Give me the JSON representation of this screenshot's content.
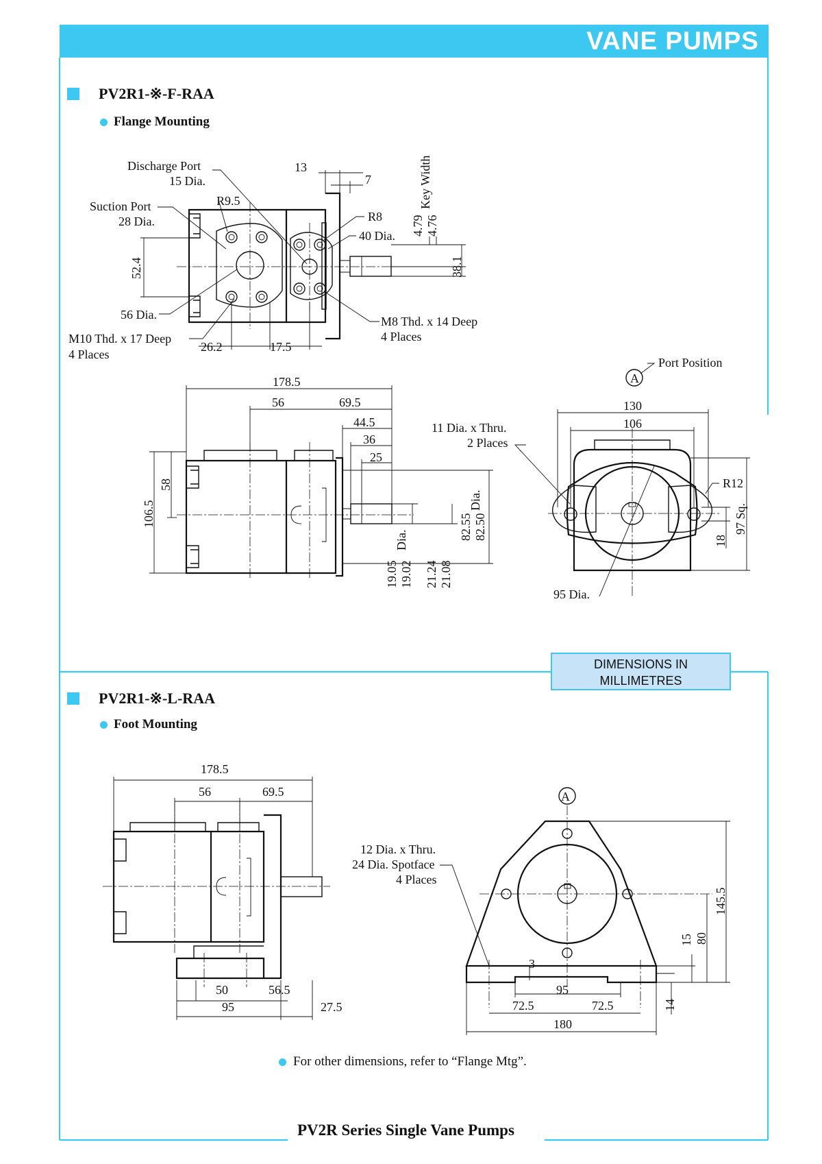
{
  "header": {
    "title": "VANE PUMPS"
  },
  "section1": {
    "title": "PV2R1-※-F-RAA",
    "subtitle": "Flange Mounting",
    "labels": {
      "discharge_port": "Discharge Port",
      "discharge_dia": "15 Dia.",
      "suction_port": "Suction Port",
      "suction_dia": "28 Dia.",
      "r95": "R9.5",
      "r8": "R8",
      "dia40": "40 Dia.",
      "key_width": "Key Width",
      "kw1": "4.79",
      "kw2": "4.76",
      "d13": "13",
      "d7": "7",
      "d524": "52.4",
      "d381": "38.1",
      "dia56": "56 Dia.",
      "m10_1": "M10 Thd. x 17 Deep",
      "m10_2": "4 Places",
      "m8_1": "M8 Thd. x 14 Deep",
      "m8_2": "4 Places",
      "d262": "26.2",
      "d175": "17.5",
      "port_position": "Port Position",
      "circle_a": "A",
      "d1785": "178.5",
      "d56": "56",
      "d695": "69.5",
      "d445": "44.5",
      "d36": "36",
      "d25": "25",
      "d1065": "106.5",
      "d58": "58",
      "hole11_1": "11 Dia. x Thru.",
      "hole11_2": "2 Places",
      "dia_sh1": "19.05",
      "dia_sh2": "19.02",
      "dia_word": "Dia.",
      "d2124": "21.24",
      "d2108": "21.08",
      "d8255": "82.55",
      "d8250": "82.50",
      "dia_word2": "Dia.",
      "d130": "130",
      "d106": "106",
      "r12": "R12",
      "d97sq": "97 Sq.",
      "d18": "18",
      "dia95": "95 Dia."
    }
  },
  "dim_box": {
    "line1": "DIMENSIONS IN",
    "line2": "MILLIMETRES"
  },
  "section2": {
    "title": "PV2R1-※-L-RAA",
    "subtitle": "Foot Mounting",
    "labels": {
      "d1785": "178.5",
      "d56": "56",
      "d695": "69.5",
      "circle_a": "A",
      "hole12_1": "12 Dia. x Thru.",
      "hole12_2": "24 Dia. Spotface",
      "hole12_3": "4 Places",
      "d50": "50",
      "d565": "56.5",
      "d95": "95",
      "d275": "27.5",
      "d3": "3",
      "d95b": "95",
      "d725a": "72.5",
      "d725b": "72.5",
      "d180": "180",
      "d1455": "145.5",
      "d80": "80",
      "d15": "15",
      "d14": "14"
    }
  },
  "note": "For other dimensions, refer to “Flange Mtg”.",
  "footer": "PV2R Series Single Vane Pumps",
  "colors": {
    "accent": "#3cc8f0",
    "box_fill": "#c6e3f7"
  }
}
